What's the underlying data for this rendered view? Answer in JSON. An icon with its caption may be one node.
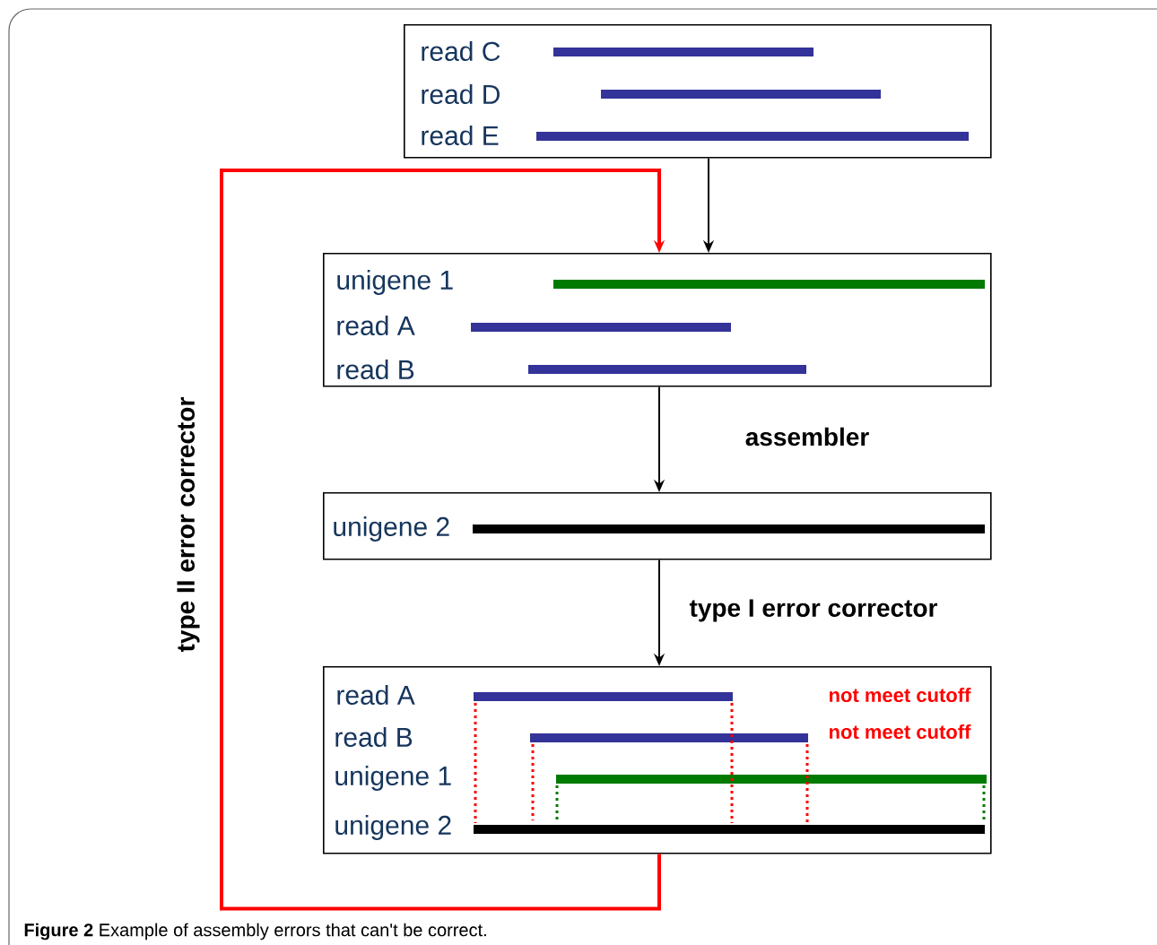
{
  "diagram": {
    "caption": "**Figure 2** Example of assembly errors that can't be correct.",
    "nodes": [
      {
        "text": [
          "read C",
          "read D",
          "read E"
        ]
      },
      {
        "text": [
          "unigene 1",
          "read A",
          "read B"
        ]
      },
      {
        "text": [
          "unigene 2"
        ]
      },
      {
        "text": [
          "read A",
          "read B",
          "unigene 1",
          "unigene 2",
          "not meet cutoff",
          "not meet cutoff"
        ]
      }
    ],
    "edges": [
      {
        "from": 0,
        "to": 1,
        "arrow": "to"
      },
      {
        "from": 1,
        "to": 2,
        "arrow": "to",
        "label": "assembler"
      },
      {
        "from": 2,
        "to": 3,
        "arrow": "to",
        "label": "type I error corrector"
      },
      {
        "from": 3,
        "to": 1,
        "arrow": "to",
        "label": "type II error corrector",
        "style": "thick",
        "color": "#ff0000"
      }
    ]
  }
}
